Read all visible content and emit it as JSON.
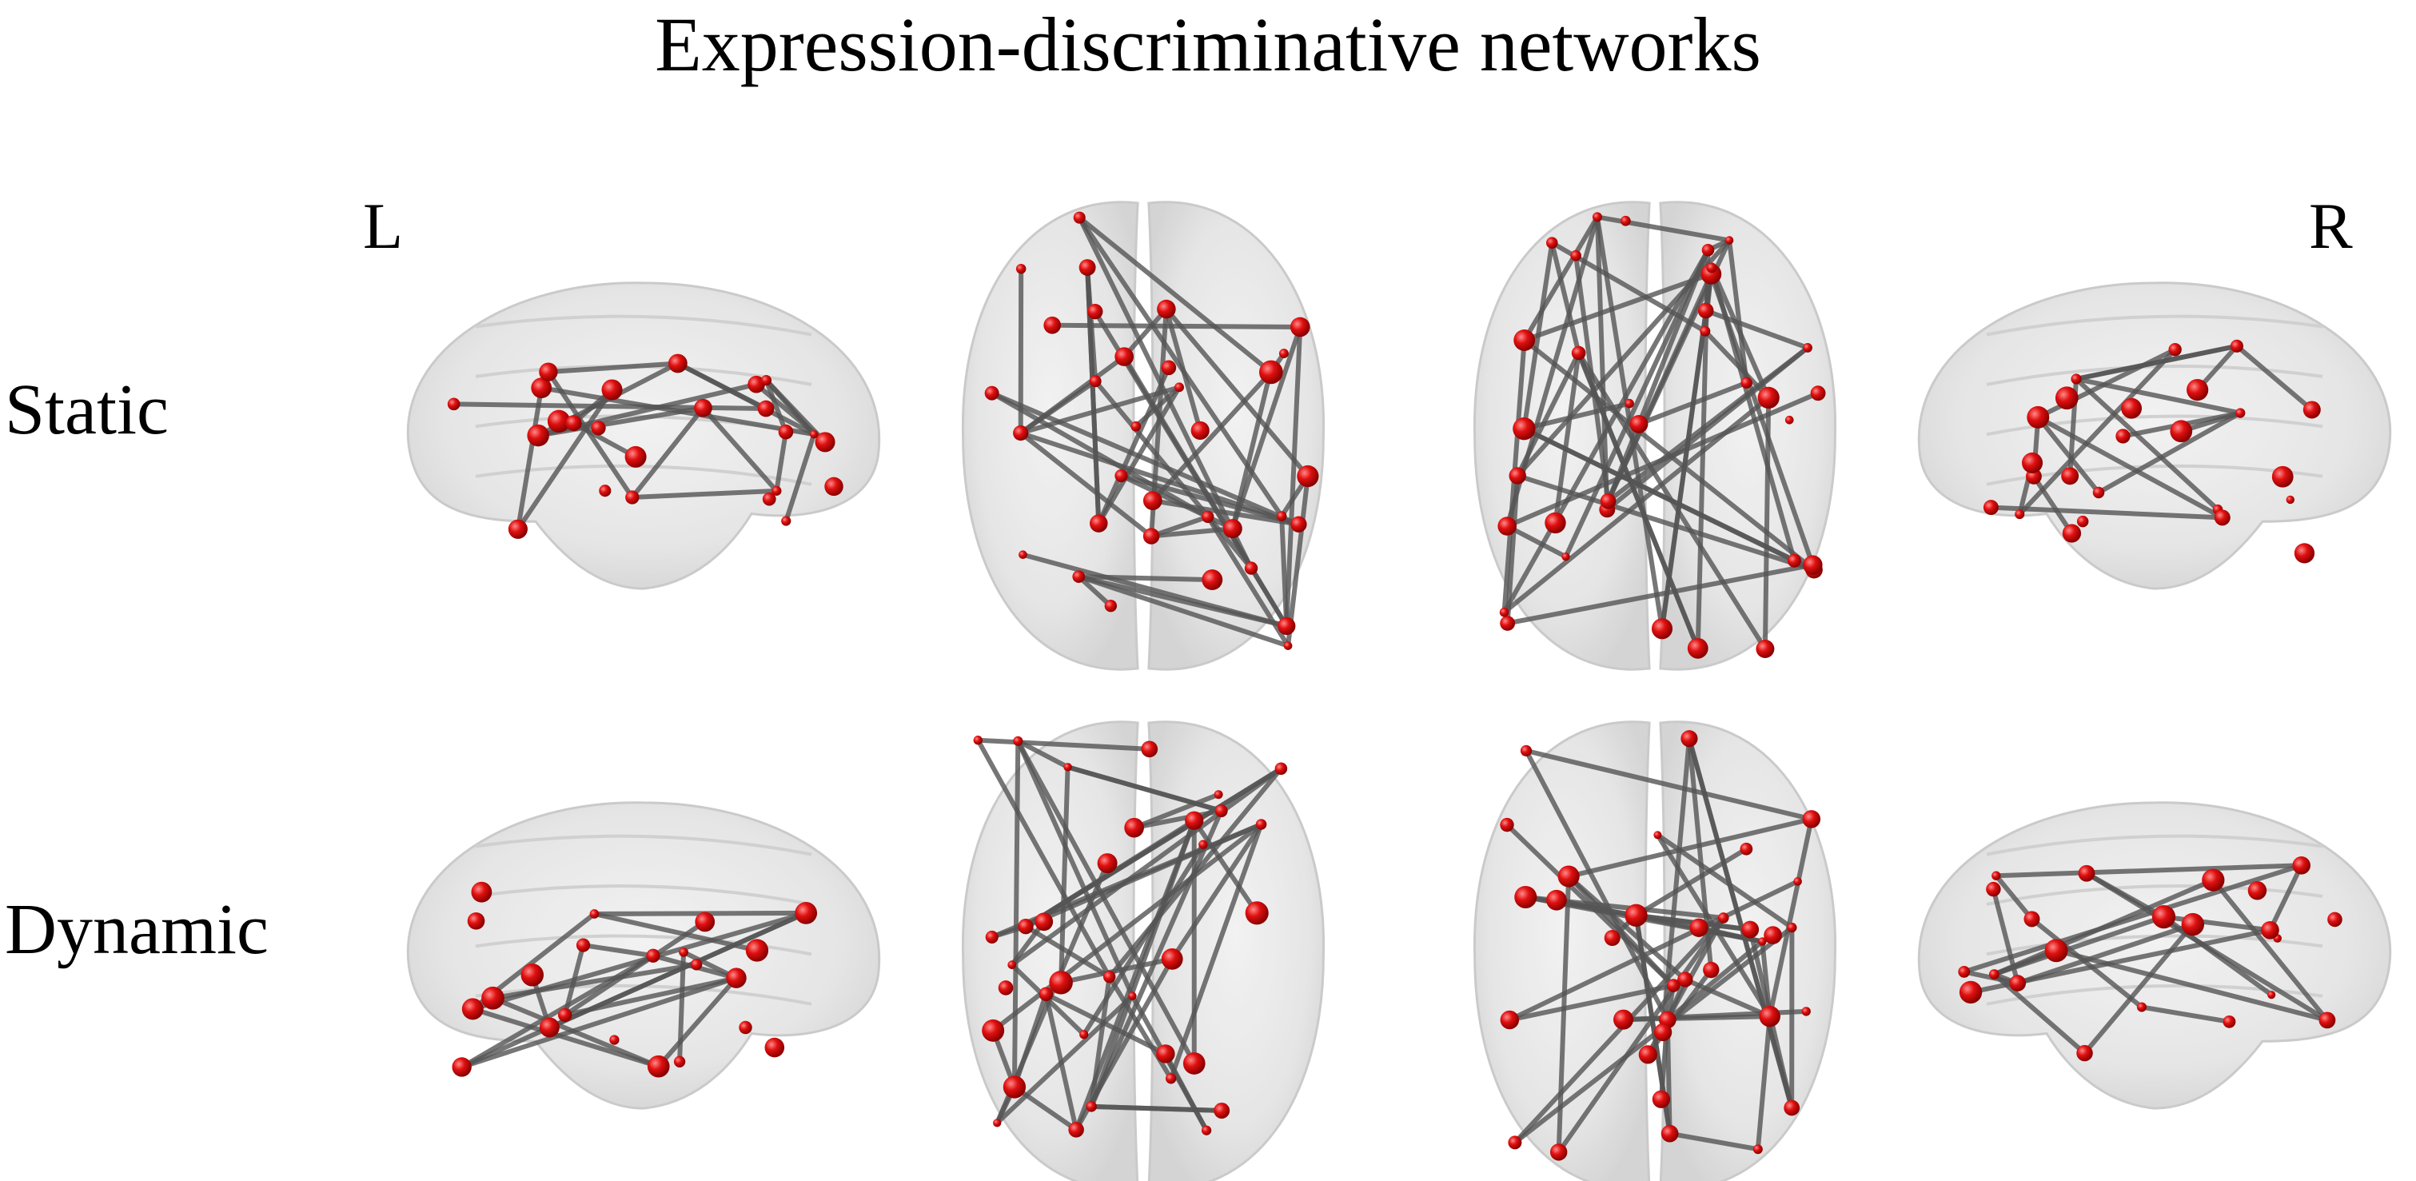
{
  "title": "Expression-discriminative networks",
  "hemisphere_labels": {
    "left": "L",
    "right": "R"
  },
  "rows": [
    {
      "key": "static",
      "label": "Static"
    },
    {
      "key": "dynamic",
      "label": "Dynamic"
    }
  ],
  "views": [
    "left-sagittal",
    "dorsal",
    "ventral",
    "right-sagittal"
  ],
  "colors": {
    "node": "#e01010",
    "edge": "#555555",
    "brain_fill": "#e6e6e6",
    "brain_stroke": "#c8c8c8"
  }
}
